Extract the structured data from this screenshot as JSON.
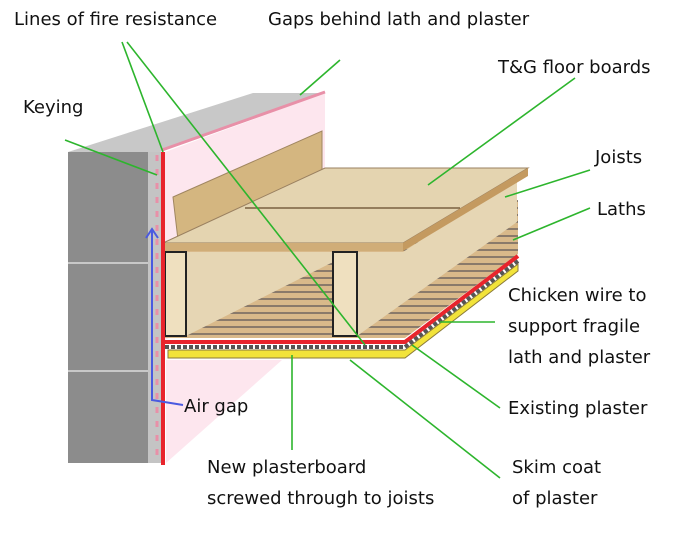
{
  "labels": {
    "fire_resistance": "Lines of fire resistance",
    "gaps": "Gaps behind lath and plaster",
    "floor_boards": "T&G floor boards",
    "keying": "Keying",
    "joists": "Joists",
    "laths": "Laths",
    "chicken_wire": [
      "Chicken wire to",
      "support fragile",
      "lath and plaster"
    ],
    "air_gap": "Air gap",
    "existing_plaster": "Existing plaster",
    "new_plasterboard": [
      "New plasterboard",
      "screwed through to joists"
    ],
    "skim_coat": [
      "Skim coat",
      "of plaster"
    ]
  },
  "colors": {
    "leader_line": "#2db52d",
    "fire_line": "#e8242c",
    "air_arrow": "#4a5ae0",
    "plasterboard": "#f2e33a",
    "wall_plaster": "#fde6ee",
    "brick": "#8c8c8c",
    "timber": "#e4d4b0"
  }
}
